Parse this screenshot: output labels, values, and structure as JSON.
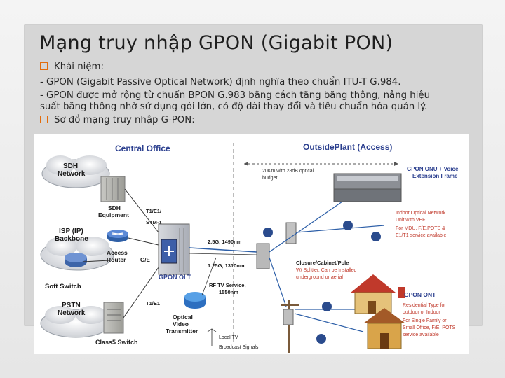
{
  "slide": {
    "title": "Mạng truy nhập GPON (Gigabit PON)",
    "bullets": [
      {
        "marker": "bullet",
        "text": "Khái niệm:"
      },
      {
        "marker": "dash",
        "text": "- GPON (Gigabit Passive Optical Network) định nghĩa theo chuẩn ITU-T G.984."
      },
      {
        "marker": "dash",
        "text": "- GPON được mở rộng từ chuẩn BPON G.983 bằng cách tăng băng thông, nâng hiệu"
      },
      {
        "marker": "none",
        "text": "suất băng thông nhờ sử dụng gói lớn, có độ dài thay đổi và tiêu chuẩn hóa quản lý."
      },
      {
        "marker": "bullet",
        "text": "Sơ đồ mạng truy nhập G-PON:"
      }
    ]
  },
  "diagram": {
    "headers": {
      "central_office": "Central Office",
      "outside_plant": "OutsidePlant (Access)"
    },
    "networks": {
      "sdh_network_1": "SDH",
      "sdh_network_2": "Network",
      "isp_1": "ISP (IP)",
      "isp_2": "Backbone",
      "pstn_1": "PSTN",
      "pstn_2": "Network"
    },
    "equipment": {
      "sdh_eq_1": "SDH",
      "sdh_eq_2": "Equipment",
      "router_1": "Access",
      "router_2": "Router",
      "soft_switch": "Soft Switch",
      "class5": "Class5 Switch",
      "olt": "GPON OLT",
      "video_1": "Optical",
      "video_2": "Video",
      "video_3": "Transmitter",
      "local_tv": "Local TV",
      "broadcast": "Broadcast Signals"
    },
    "links": {
      "t1e1_stm_1": "T1/E1/",
      "t1e1_stm_2": "STM-1",
      "t1e1": "T1/E1",
      "ge": "G/E",
      "down": "2.5G, 1490nm",
      "up": "1.25G, 1310nm",
      "rf_1": "RF TV Service,",
      "rf_2": "1550nm",
      "budget_1": "20Km with 28dB optical",
      "budget_2": "budget"
    },
    "onu": {
      "title_1": "GPON ONU + Voice",
      "title_2": "Extension Frame",
      "desc_1": "Indoor Optical Network",
      "desc_2": "Unit with VEF",
      "desc_3": "For MDU, F/E,POTS &",
      "desc_4": "E1/T1 service available"
    },
    "closure": {
      "title": "Closure/Cabinet/Pole",
      "desc_1": "W/ Splitter, Can be Installed",
      "desc_2": "underground or aerial"
    },
    "ont": {
      "title": "GPON ONT",
      "desc_1": "Residential Type for",
      "desc_2": "outdoor or Indoor",
      "desc_3": "For Single Family or",
      "desc_4": "Small Office, F/E, POTS",
      "desc_5": "service available"
    }
  },
  "colors": {
    "accent_bullet": "#e36c0a",
    "heading_blue": "#2b3f8f",
    "label_red": "#c0392b",
    "link_blue": "#2d5fa8"
  }
}
